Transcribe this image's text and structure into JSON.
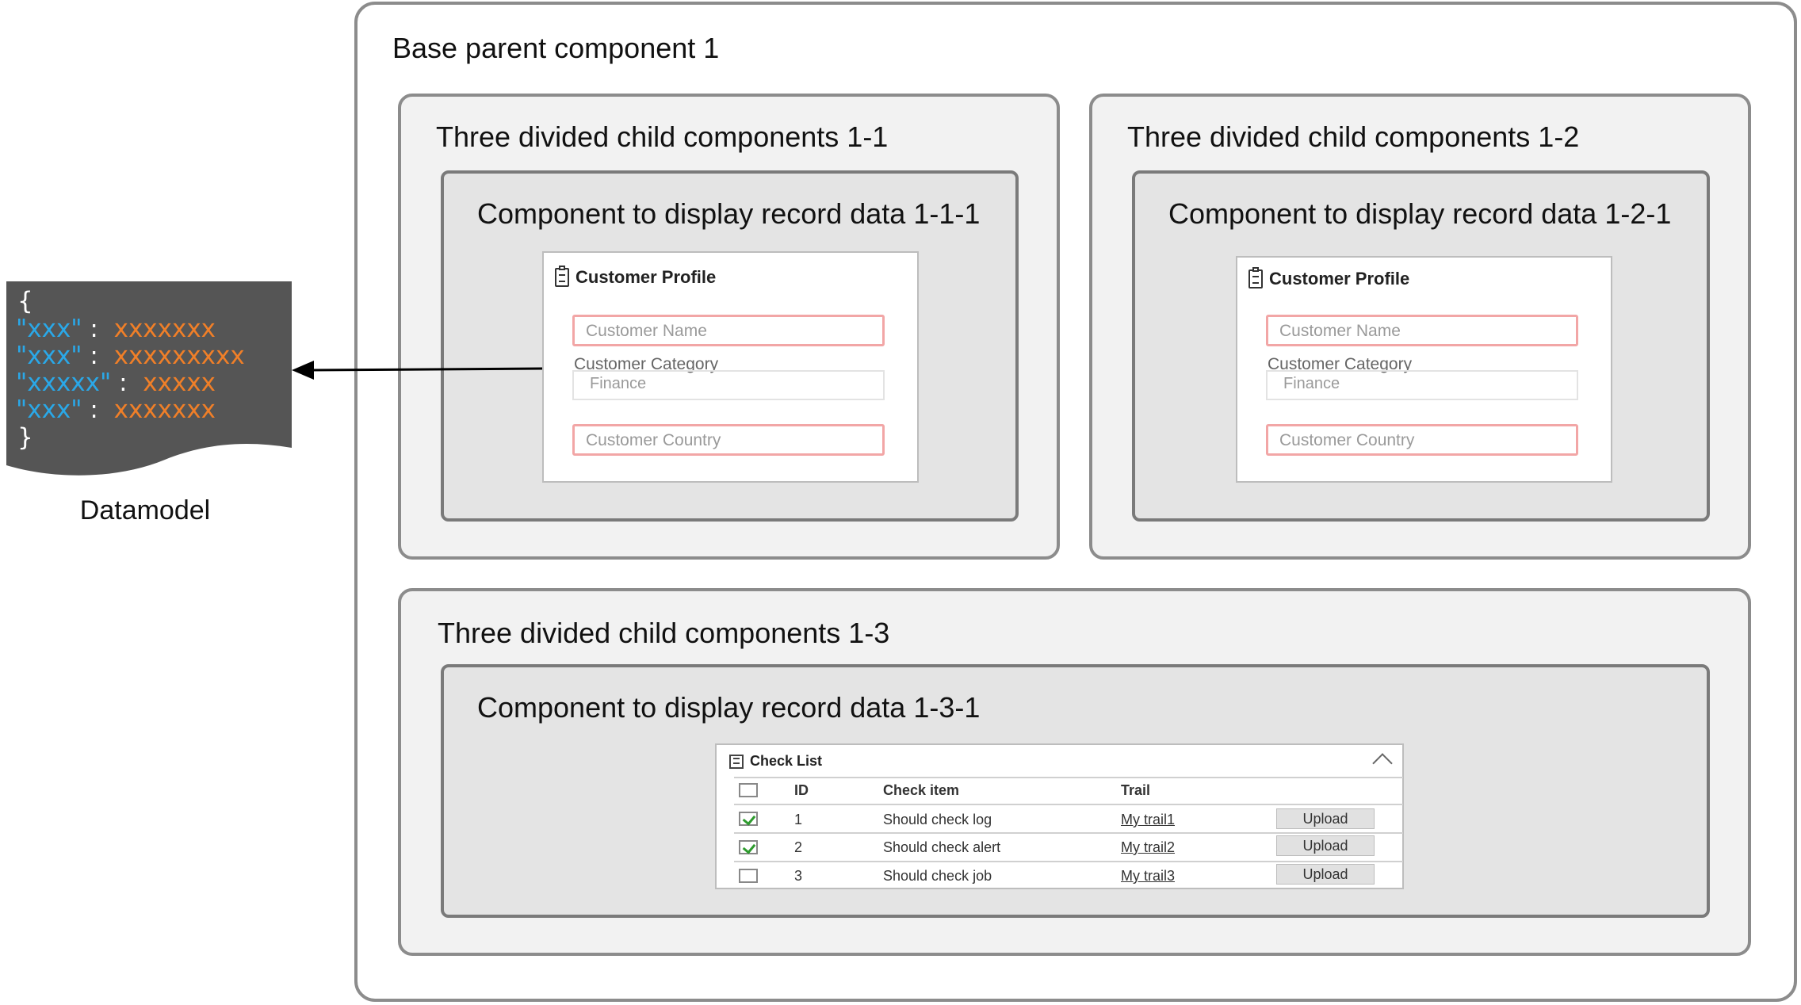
{
  "datamodel": {
    "caption": "Datamodel",
    "open_brace": "{",
    "close_brace": "}",
    "entries": [
      {
        "key": "\"xxx\"",
        "value": "xxxxxxx"
      },
      {
        "key": "\"xxx\"",
        "value": "xxxxxxxxx"
      },
      {
        "key": "\"xxxxx\"",
        "value": "xxxxx"
      },
      {
        "key": "\"xxx\"",
        "value": "xxxxxxx"
      }
    ],
    "colon": ":"
  },
  "parent": {
    "title": "Base parent component 1"
  },
  "children": [
    {
      "title": "Three divided child components 1-1",
      "record": {
        "title": "Component to display record data 1-1-1",
        "form": {
          "heading": "Customer Profile",
          "name_placeholder": "Customer Name",
          "category_label": "Customer Category",
          "category_value": "Finance",
          "country_placeholder": "Customer Country"
        }
      }
    },
    {
      "title": "Three divided child components 1-2",
      "record": {
        "title": "Component to display record data 1-2-1",
        "form": {
          "heading": "Customer Profile",
          "name_placeholder": "Customer Name",
          "category_label": "Customer Category",
          "category_value": "Finance",
          "country_placeholder": "Customer Country"
        }
      }
    },
    {
      "title": "Three divided child components 1-3",
      "record": {
        "title": "Component to display record data 1-3-1",
        "checklist": {
          "heading": "Check List",
          "headers": {
            "id": "ID",
            "item": "Check item",
            "trail": "Trail"
          },
          "rows": [
            {
              "checked": true,
              "id": "1",
              "item": "Should check log",
              "trail": "My trail1",
              "action": "Upload"
            },
            {
              "checked": true,
              "id": "2",
              "item": "Should check alert",
              "trail": "My trail2",
              "action": "Upload"
            },
            {
              "checked": false,
              "id": "3",
              "item": "Should check job",
              "trail": "My trail3",
              "action": "Upload"
            }
          ]
        }
      }
    }
  ],
  "colors": {
    "datamodel_bg": "#555555",
    "key": "#2aa8e8",
    "value": "#f07f28",
    "child_bg": "#f2f2f2",
    "record_bg": "#e4e4e4",
    "required_border": "#f2a6a6"
  },
  "icons": [
    "clipboard-icon",
    "list-icon",
    "chevron-up-icon",
    "checkbox-icon",
    "arrow-icon"
  ]
}
